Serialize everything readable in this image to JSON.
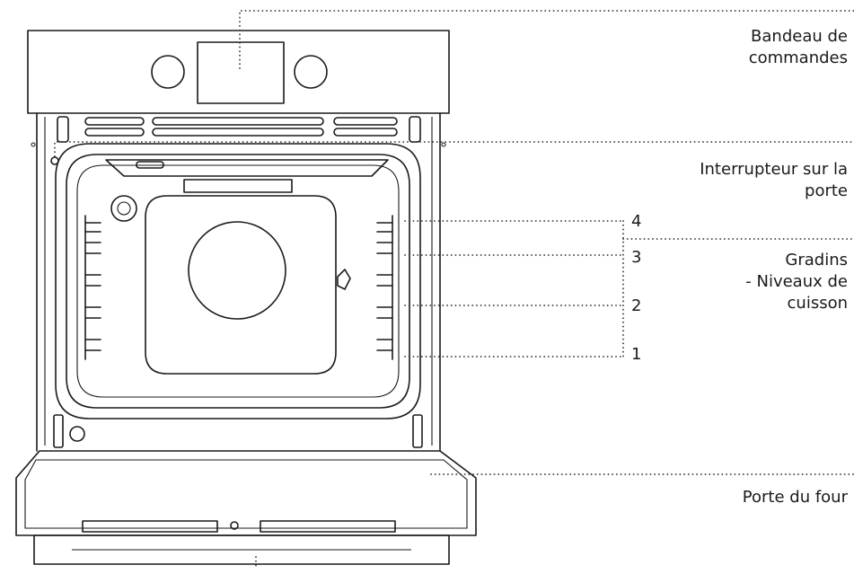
{
  "labels": {
    "control_panel_line1": "Bandeau de",
    "control_panel_line2": "commandes",
    "door_switch_line1": "Interrupteur sur la",
    "door_switch_line2": "porte",
    "racks_line1": "Gradins",
    "racks_line2": "- Niveaux de",
    "racks_line3": "cuisson",
    "oven_door": "Porte du four"
  },
  "levels": [
    "4",
    "3",
    "2",
    "1"
  ],
  "colors": {
    "line": "#1a1a1a",
    "background": "#ffffff"
  }
}
